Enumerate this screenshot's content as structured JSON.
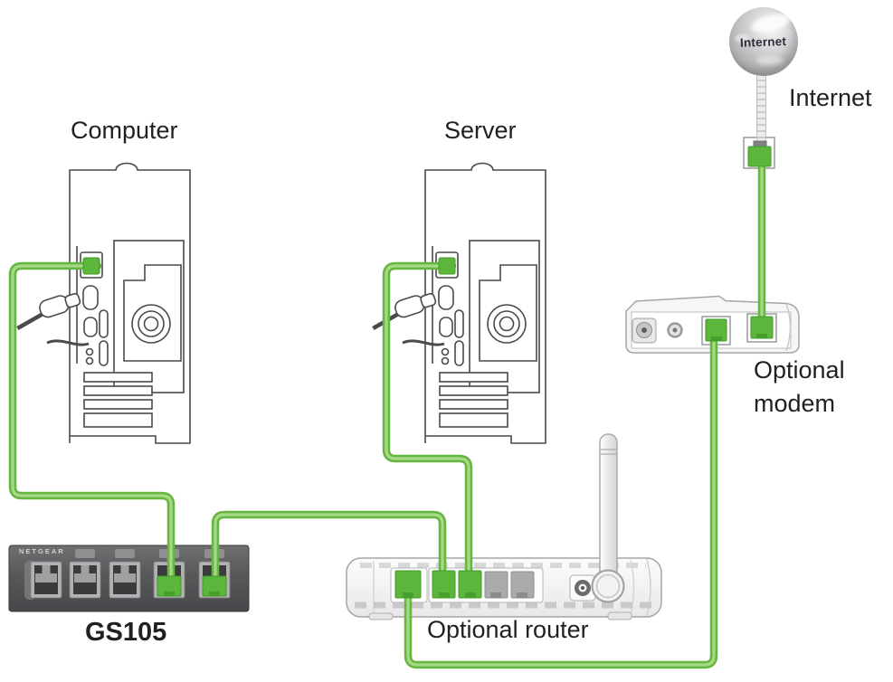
{
  "diagram": {
    "device_labels": {
      "computer": "Computer",
      "server": "Server",
      "internet": "Internet",
      "modem_line1": "Optional",
      "modem_line2": "modem",
      "router": "Optional router",
      "switch_model": "GS105"
    },
    "globe": {
      "text": "Internet"
    },
    "switch": {
      "brand": "NETGEAR",
      "ports_total": 5,
      "ports_with_green_cable": [
        4,
        5
      ]
    },
    "router": {
      "ports": [
        "internet-green",
        "lan1-green",
        "lan2-green",
        "lan3-empty",
        "lan4-empty"
      ],
      "has_antenna": true
    },
    "modem": {
      "ports": [
        "power-jack",
        "reset-button",
        "lan-green",
        "line-green"
      ]
    },
    "cables": [
      {
        "from": "computer-ethernet-port",
        "to": "gs105-port-4"
      },
      {
        "from": "gs105-port-5",
        "to": "router-lan-1"
      },
      {
        "from": "server-ethernet-port",
        "to": "router-lan-2"
      },
      {
        "from": "router-internet-port",
        "to": "modem-lan-port"
      },
      {
        "from": "modem-line-port",
        "to": "internet"
      }
    ],
    "colors": {
      "cable_green": "#66b63f",
      "cable_highlight": "#a6da88",
      "plug_green": "#5cb63c",
      "plug_green_dark": "#429b28",
      "switch_body": "#57575a",
      "line_art_outline": "#4a4a4c",
      "label_text": "#231f20"
    }
  }
}
